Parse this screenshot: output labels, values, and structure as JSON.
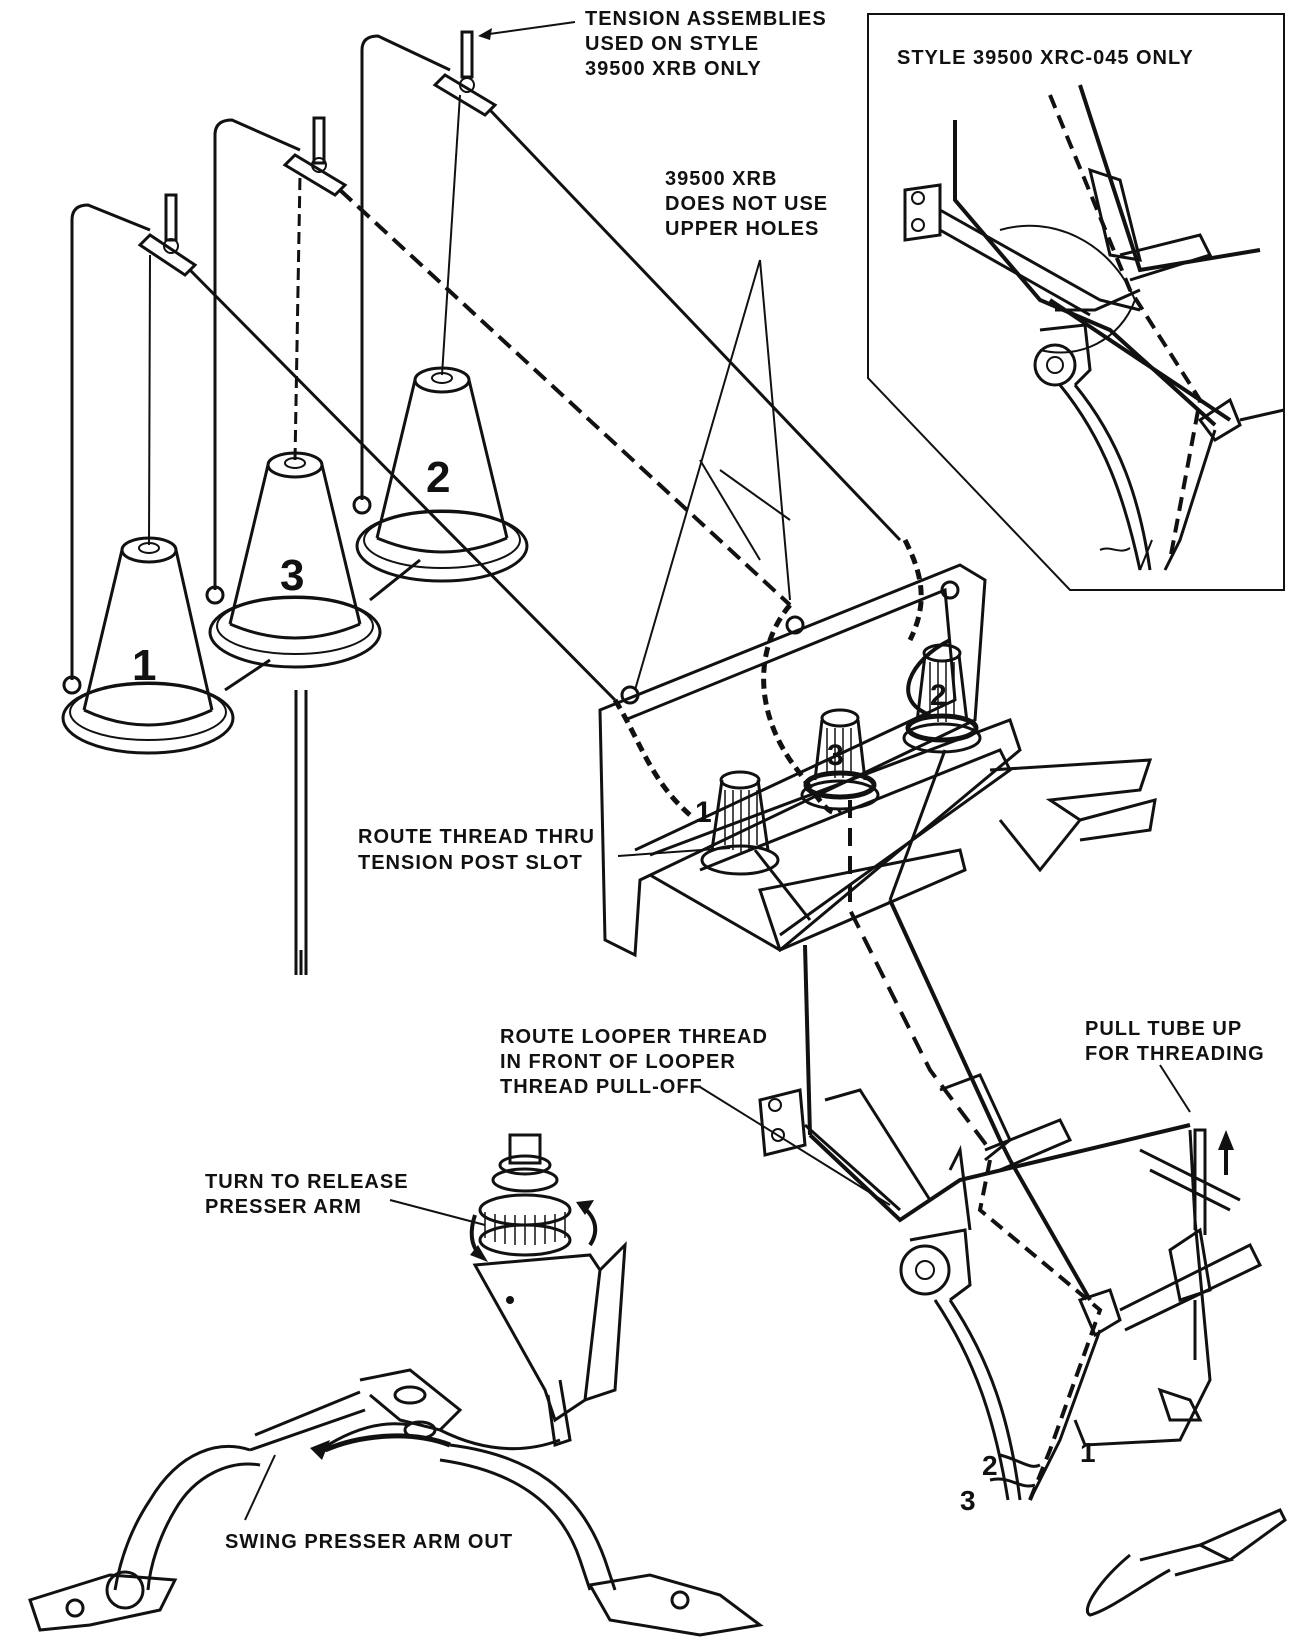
{
  "labels": {
    "tension_assemblies": [
      "TENSION ASSEMBLIES",
      "USED ON STYLE",
      "39500 XRB ONLY"
    ],
    "style_inset": "STYLE 39500 XRC-045 ONLY",
    "xrb_upper_holes": [
      "39500 XRB",
      "DOES NOT USE",
      "UPPER HOLES"
    ],
    "route_tension_slot": [
      "ROUTE THREAD THRU",
      "TENSION POST SLOT"
    ],
    "route_looper": [
      "ROUTE LOOPER THREAD",
      "IN FRONT OF LOOPER",
      "THREAD PULL-OFF"
    ],
    "pull_tube": [
      "PULL TUBE UP",
      "FOR THREADING"
    ],
    "turn_release": [
      "TURN TO RELEASE",
      "PRESSER ARM"
    ],
    "swing_presser": "SWING PRESSER ARM OUT"
  },
  "cone_numbers": [
    "1",
    "3",
    "2"
  ],
  "tension_numbers": [
    "1",
    "3",
    "2"
  ],
  "thread_end_numbers": [
    "2",
    "3",
    "1"
  ]
}
